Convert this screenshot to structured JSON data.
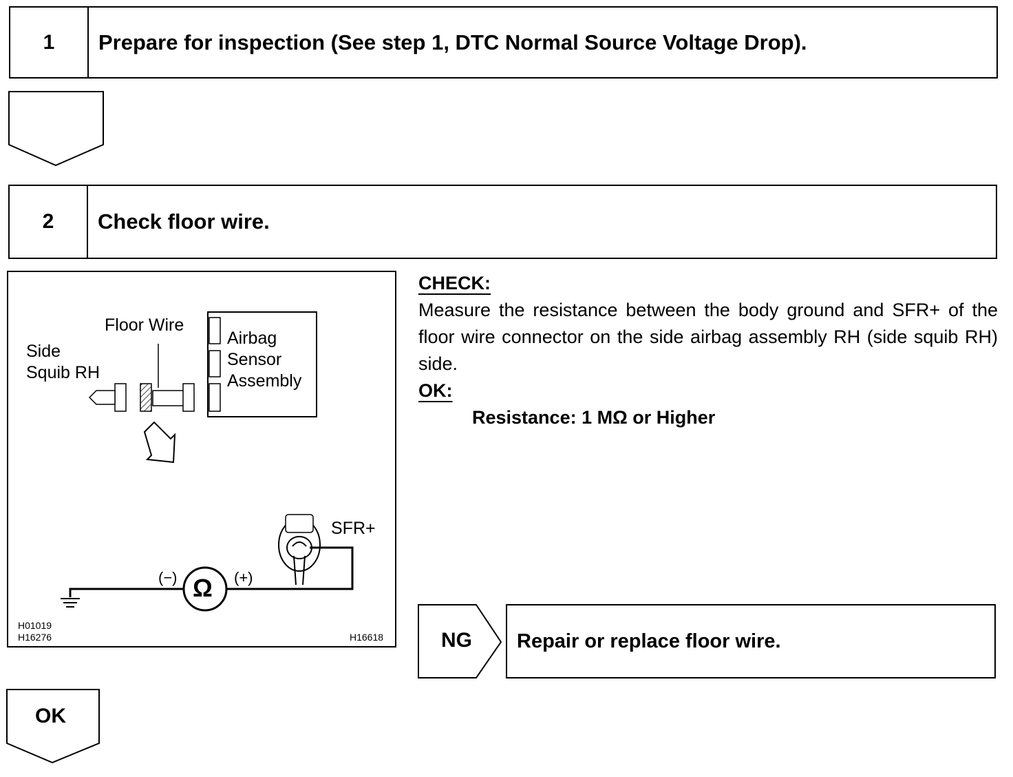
{
  "steps": [
    {
      "number": "1",
      "title": "Prepare for inspection (See step 1, DTC Normal Source Voltage Drop)."
    },
    {
      "number": "2",
      "title": "Check floor wire."
    }
  ],
  "diagram": {
    "floor_wire": "Floor Wire",
    "side_squib_line1": "Side",
    "side_squib_line2": "Squib RH",
    "sensor_line1": "Airbag",
    "sensor_line2": "Sensor",
    "sensor_line3": "Assembly",
    "terminal": "SFR+",
    "minus": "(−)",
    "plus": "(+)",
    "ohm": "Ω",
    "code1": "H01019",
    "code2": "H16276",
    "code3": "H16618"
  },
  "check": {
    "heading": "CHECK:",
    "text": "Measure the resistance between the body ground and SFR+ of the floor wire connector on the side airbag assembly RH (side squib RH) side.",
    "ok_heading": "OK:",
    "spec": "Resistance: 1 MΩ or Higher"
  },
  "ng": {
    "label": "NG",
    "action": "Repair or replace floor wire."
  },
  "ok": {
    "label": "OK"
  }
}
